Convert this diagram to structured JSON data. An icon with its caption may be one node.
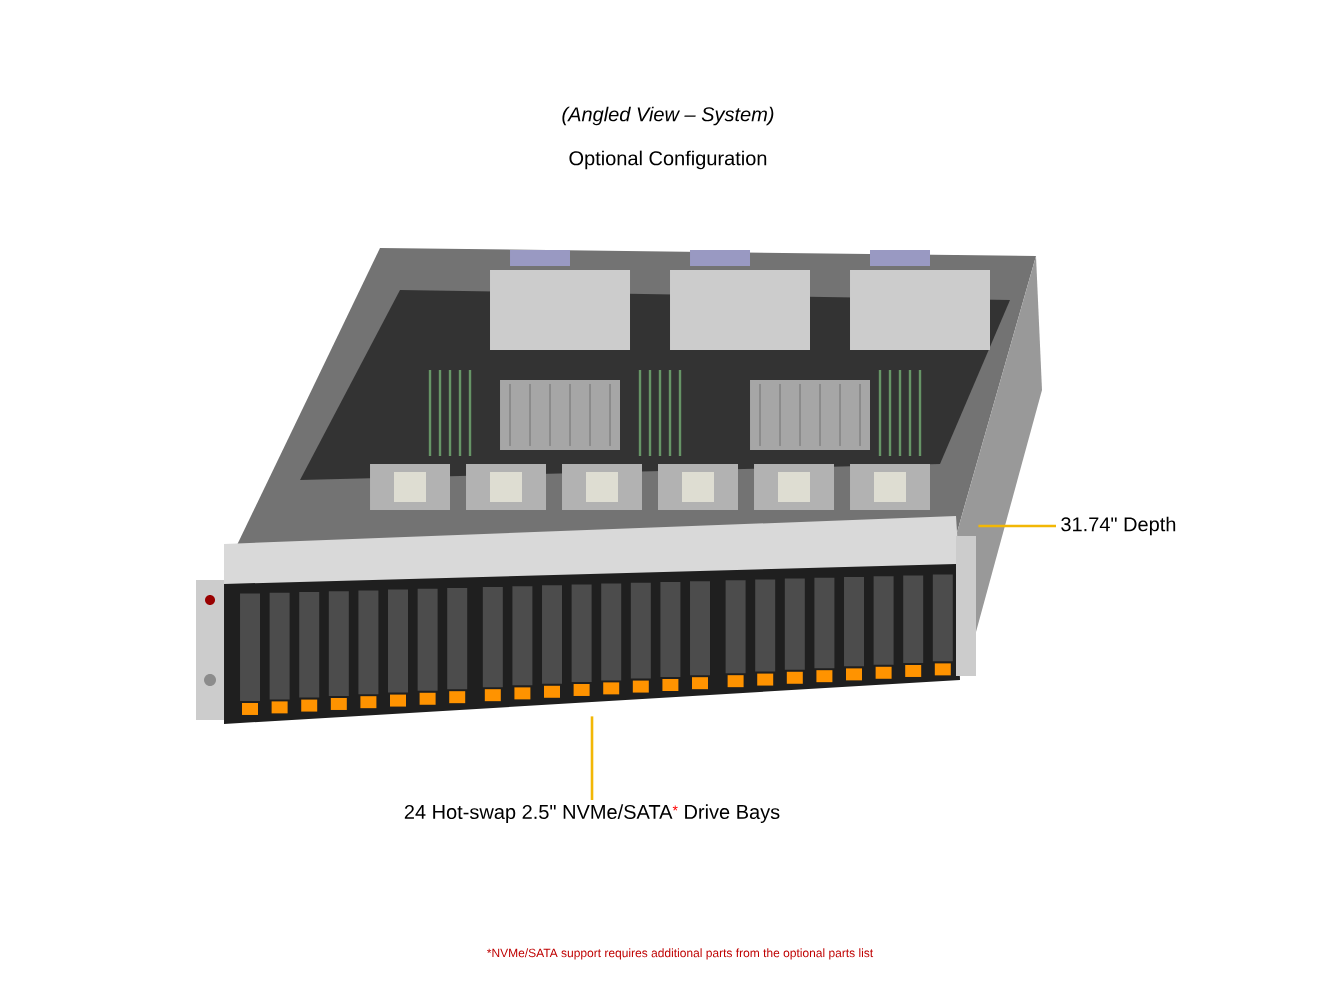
{
  "diagram": {
    "title": "(Angled View – System)",
    "nodes": [
      {
        "text": [],
        "shape": "picture"
      },
      {
        "text": [
          "31.74\" Depth"
        ]
      },
      {
        "text": [
          "24 Hot-swap 2.5\" NVMe/SATA",
          "*",
          "Drive Bays"
        ]
      }
    ],
    "edges": [
      {
        "from": 1,
        "to": 0,
        "arrow": "none",
        "color": "#f2b705"
      },
      {
        "from": 2,
        "to": 0,
        "arrow": "none",
        "color": "#f2b705"
      }
    ],
    "labels": [
      "Optional Configuration",
      "*NVMe/SATA support requires additional parts from the optional parts list"
    ]
  }
}
